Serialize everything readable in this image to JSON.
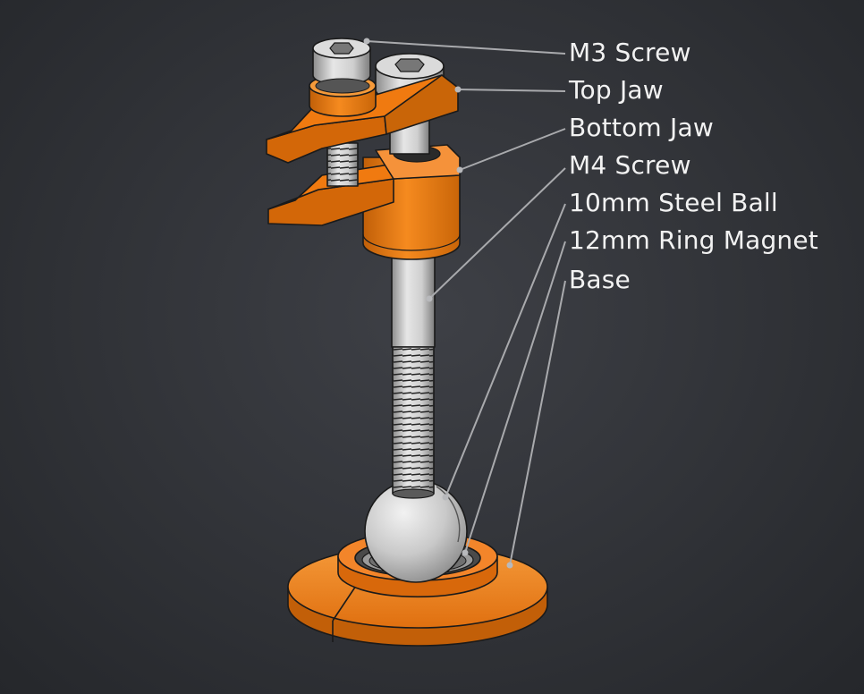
{
  "callouts": [
    {
      "id": "m3-screw",
      "label": "M3 Screw"
    },
    {
      "id": "top-jaw",
      "label": "Top Jaw"
    },
    {
      "id": "bottom-jaw",
      "label": "Bottom Jaw"
    },
    {
      "id": "m4-screw",
      "label": "M4 Screw"
    },
    {
      "id": "steel-ball",
      "label": "10mm Steel Ball"
    },
    {
      "id": "ring-magnet",
      "label": "12mm Ring Magnet"
    },
    {
      "id": "base",
      "label": "Base"
    }
  ],
  "colors": {
    "orange": "#f07a10",
    "orange_dark": "#b85a08",
    "steel": "#d4d4d4",
    "steel_dark": "#8e8e8e",
    "leader": "#a9aaad",
    "text": "#f2f2f2"
  }
}
